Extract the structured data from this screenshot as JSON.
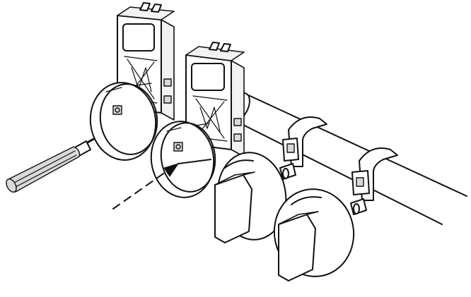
{
  "diagram": {
    "style": "black-and-white line illustration",
    "colors": {
      "line": "#111111",
      "background": "#ffffff",
      "shade": "#d9d9d9"
    },
    "parts": [
      {
        "id": "screwdriver",
        "count": 1
      },
      {
        "id": "bezel-ring",
        "count": 2
      },
      {
        "id": "control-knob",
        "count": 2
      },
      {
        "id": "switch-module",
        "count": 2
      },
      {
        "id": "pipe-clamp",
        "count": 2
      },
      {
        "id": "gas-pipe",
        "count": 1
      },
      {
        "id": "direction-arrow",
        "count": 1,
        "style": "dashed"
      }
    ]
  }
}
